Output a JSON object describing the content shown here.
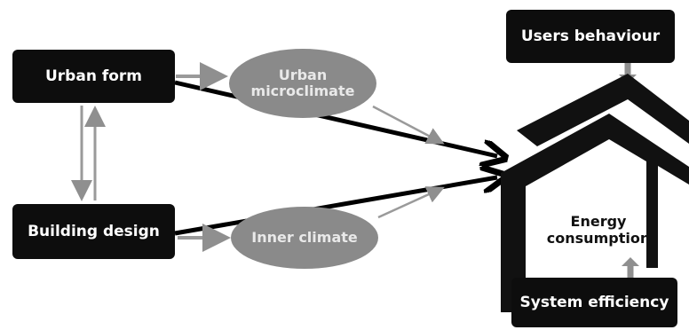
{
  "nodes": {
    "urban_form": "Urban form",
    "building_design": "Building design",
    "urban_microclimate": "Urban\nmicroclimate",
    "inner_climate": "Inner climate",
    "users_behaviour": "Users behaviour",
    "system_efficiency": "System efficiency",
    "energy_consumption": "Energy\nconsumption"
  },
  "colors": {
    "box": "#0d0d0d",
    "ellipse": "#8a8a8a",
    "thin_arrow": "#9a9a9a",
    "thick_arrow": "#000000"
  }
}
